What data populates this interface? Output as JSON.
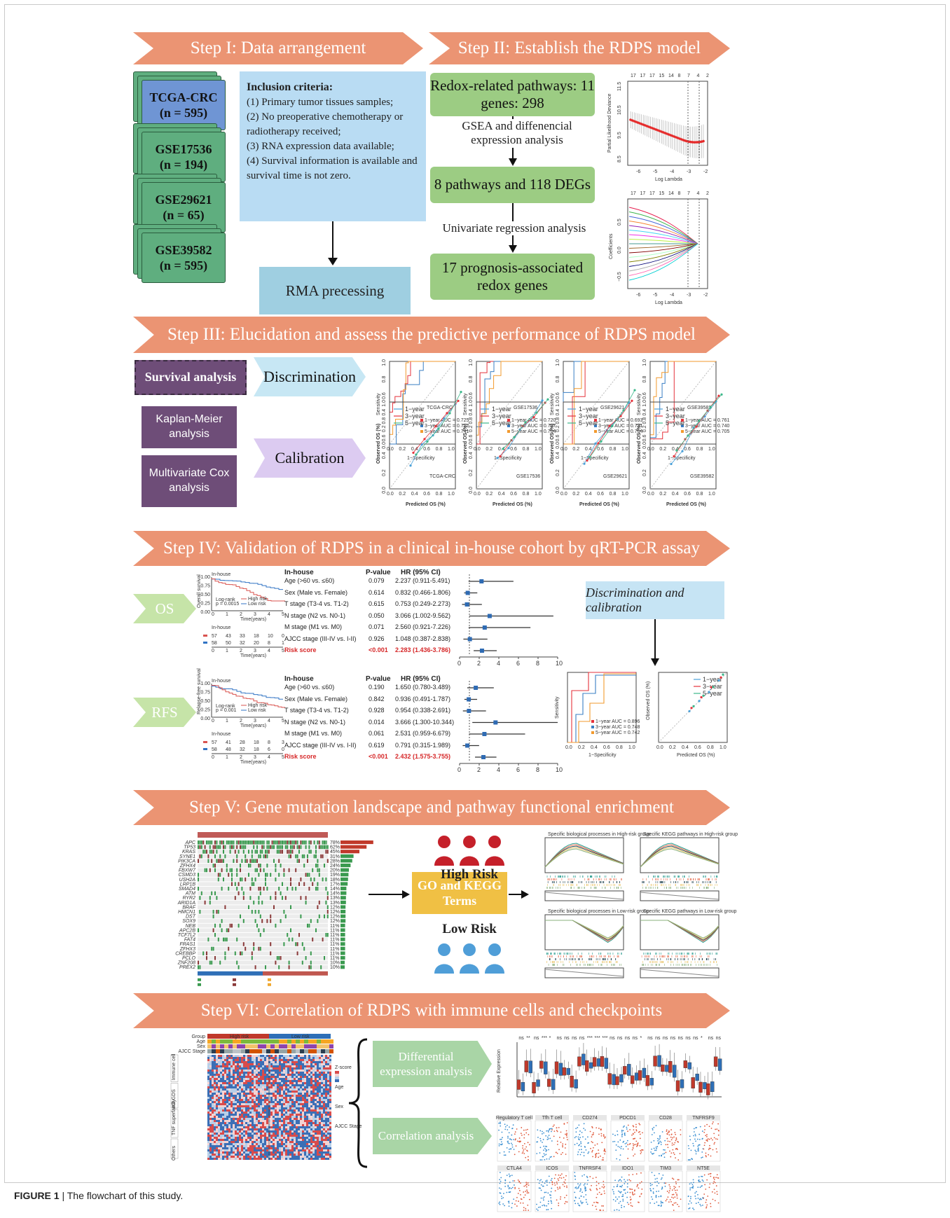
{
  "steps": {
    "s1": "Step I: Data arrangement",
    "s2": "Step II: Establish the RDPS model",
    "s3": "Step III: Elucidation and assess the predictive performance of RDPS model",
    "s4": "Step IV: Validation of RDPS  in a clinical in-house cohort by qRT-PCR assay",
    "s5": "Step V: Gene mutation landscape and pathway functional enrichment",
    "s6": "Step VI: Correlation of RDPS with immune cells and checkpoints"
  },
  "datasets": [
    {
      "name": "TCGA-CRC",
      "n": "(n = 595)"
    },
    {
      "name": "GSE17536",
      "n": "(n = 194)"
    },
    {
      "name": "GSE29621",
      "n": "(n = 65)"
    },
    {
      "name": "GSE39582",
      "n": "(n = 595)"
    }
  ],
  "inclusion": {
    "title": "Inclusion criteria:",
    "items": [
      "(1) Primary tumor tissues samples;",
      "(2) No preoperative chemotherapy or radiotherapy received;",
      "(3) RNA expression data available;",
      "(4) Survival information is available and survival time is not zero."
    ],
    "rma": "RMA precessing"
  },
  "step2": {
    "box1": "Redox-related pathways: 11 genes: 298",
    "label1": "GSEA and diffenencial expression analysis",
    "box2": "8 pathways and 118 DEGs",
    "label2": "Univariate regression analysis",
    "box3": "17 prognosis-associated redox genes",
    "lasso_top": [
      "17",
      "17",
      "17",
      "15",
      "14",
      "8",
      "7",
      "4",
      "2"
    ],
    "lasso_ylab1": "Partial Likelihood Deviance",
    "lasso_ylab2": "Coefficients",
    "lasso_xlab": "Log Lambda",
    "lasso_x": [
      "-6",
      "-5",
      "-4",
      "-3",
      "-2"
    ]
  },
  "step3": {
    "survival": "Survival analysis",
    "km": "Kaplan-Meier analysis",
    "cox": "Multivariate Cox analysis",
    "discrimination": "Discrimination",
    "calibration": "Calibration",
    "roc": [
      {
        "name": "TCGA-CRC",
        "aucs": [
          "1−year AUC = 0.725",
          "3−year AUC = 0.712",
          "5−year AUC = 0.741"
        ]
      },
      {
        "name": "GSE17536",
        "aucs": [
          "1−year AUC = 0.720",
          "3−year AUC = 0.707",
          "5−year AUC = 0.704"
        ]
      },
      {
        "name": "GSE29621",
        "aucs": [
          "1−year AUC = 0.693",
          "3−year AUC = 0.731",
          "5−year AUC = 0.764"
        ]
      },
      {
        "name": "GSE39582",
        "aucs": [
          "1−year AUC = 0.761",
          "3−year AUC = 0.740",
          "5−year AUC = 0.705"
        ]
      }
    ],
    "roc_xlab": "1−Specificity",
    "roc_ylab": "Sensitivity",
    "cal_xlab": "Predicted OS (%)",
    "cal_ylab": "Observed OS (%)",
    "cal_legend": [
      "1−year",
      "3−year",
      "5−year"
    ]
  },
  "step4": {
    "os": "OS",
    "rfs": "RFS",
    "inhouse": "In-house",
    "pval_head": "P-value",
    "hr_head_os": "HR (95% CI)",
    "hr_head_rfs": "HR (95% CI)",
    "os_rows": [
      {
        "label": "Age (>60 vs. ≤60)",
        "p": "0.079",
        "hr": "2.237 (0.911-5.491)"
      },
      {
        "label": "Sex (Male vs. Female)",
        "p": "0.614",
        "hr": "0.832 (0.466-1.806)"
      },
      {
        "label": "T stage (T3-4 vs. T1-2)",
        "p": "0.615",
        "hr": "0.753 (0.249-2.273)"
      },
      {
        "label": "N stage (N2 vs. N0-1)",
        "p": "0.050",
        "hr": "3.066 (1.002-9.562)"
      },
      {
        "label": "M stage (M1 vs. M0)",
        "p": "0.071",
        "hr": "2.560 (0.921-7.226)"
      },
      {
        "label": "AJCC stage (III-IV vs. I-II)",
        "p": "0.926",
        "hr": "1.048 (0.387-2.838)"
      },
      {
        "label": "Risk score",
        "p": "<0.001",
        "hr": "2.283 (1.436-3.786)"
      }
    ],
    "rfs_rows": [
      {
        "label": "Age (>60 vs. ≤60)",
        "p": "0.190",
        "hr": "1.650 (0.780-3.489)"
      },
      {
        "label": "Sex (Male vs. Female)",
        "p": "0.842",
        "hr": "0.936 (0.491-1.787)"
      },
      {
        "label": "T stage (T3-4 vs. T1-2)",
        "p": "0.928",
        "hr": "0.954 (0.338-2.691)"
      },
      {
        "label": "N stage (N2 vs. N0-1)",
        "p": "0.014",
        "hr": "3.666 (1.300-10.344)"
      },
      {
        "label": "M stage (M1 vs. M0)",
        "p": "0.061",
        "hr": "2.531 (0.959-6.679)"
      },
      {
        "label": "AJCC stage (III-IV vs. I-II)",
        "p": "0.619",
        "hr": "0.791 (0.315-1.989)"
      },
      {
        "label": "Risk score",
        "p": "<0.001",
        "hr": "2.432 (1.575-3.755)"
      }
    ],
    "forest_x": [
      "0",
      "2",
      "4",
      "6",
      "8",
      "10"
    ],
    "km_os_ylab": "Overall survival",
    "km_rfs_ylab": "Relapse-free survival",
    "km_xlab": "Time(years)",
    "km_os_logrank": "Log-rank",
    "km_os_p": "p = 0.0015",
    "km_rfs_logrank": "Log-rank",
    "km_rfs_p": "p = 0.001",
    "km_high": "High risk",
    "km_low": "Low risk",
    "km_os_risk_high": [
      "57",
      "43",
      "33",
      "18",
      "10",
      "0"
    ],
    "km_os_risk_low": [
      "58",
      "50",
      "32",
      "20",
      "8",
      "1"
    ],
    "km_rfs_risk_high": [
      "57",
      "41",
      "28",
      "18",
      "8",
      "3"
    ],
    "km_rfs_risk_low": [
      "58",
      "48",
      "32",
      "18",
      "6",
      "0"
    ],
    "disc_cal": "Discrimination and calibration",
    "inhouse_aucs": [
      "1−year AUC = 0.896",
      "3−year AUC = 0.748",
      "5−year AUC = 0.742"
    ]
  },
  "step5": {
    "high": "High Risk",
    "low": "Low Risk",
    "go": "GO and KEGG Terms",
    "genes": [
      "APC",
      "TP53",
      "KRAS",
      "SYNE1",
      "PIK3CA",
      "ZFHX4",
      "FBXW7",
      "CSMD3",
      "USH2A",
      "LRP1B",
      "SMAD4",
      "ATM",
      "RYR2",
      "ARID1A",
      "BRAF",
      "HMCN1",
      "DST",
      "SOX9",
      "NEB",
      "APC2B",
      "TCF7L2",
      "FAT4",
      "FRAS1",
      "ZFHX3",
      "CREBBP",
      "PCLO",
      "ZNF208",
      "PREX2"
    ],
    "pcts": [
      "78%",
      "62%",
      "45%",
      "31%",
      "28%",
      "24%",
      "20%",
      "19%",
      "18%",
      "17%",
      "14%",
      "14%",
      "13%",
      "13%",
      "12%",
      "12%",
      "12%",
      "12%",
      "11%",
      "11%",
      "11%",
      "11%",
      "11%",
      "11%",
      "11%",
      "11%",
      "10%",
      "10%"
    ],
    "gsea_titles": [
      "Specific biological processes in High-risk group",
      "Specific KEGG pathways in High-risk group",
      "Specific biological processes in Low-risk group",
      "Specific KEGG pathways in Low-risk group"
    ]
  },
  "step6": {
    "diff": "Differential expression analysis",
    "corr": "Correlation analysis",
    "high": "High risk",
    "low": "Low risk",
    "box_ylab": "Relative Expression",
    "sig": [
      "ns",
      "**",
      "ns",
      "***",
      "*",
      "ns",
      "ns",
      "ns",
      "ns",
      "***",
      "***",
      "***",
      "ns",
      "ns",
      "ns",
      "ns",
      "*",
      "ns",
      "ns",
      "ns",
      "ns",
      "ns",
      "ns",
      "ns",
      "*",
      "ns",
      "ns"
    ],
    "scatter_titles": [
      "Regulatory T cell",
      "Tfh T cell",
      "CD274",
      "PDCD1",
      "CD28",
      "TNFRSF9",
      "CTLA4",
      "ICOS",
      "TNFRSF4",
      "IDO1",
      "TIM3",
      "NT5E"
    ],
    "heat_rows": [
      "Group",
      "Age",
      "Sex",
      "AJCC Stage"
    ],
    "heat_groups": [
      "Immune cell",
      "ICI GDS",
      "TNF superfamily",
      "Others"
    ],
    "heat_legend": [
      "Z-score",
      "Age",
      "Sex",
      "AJCC Stage"
    ]
  },
  "caption": {
    "label": "FIGURE 1",
    "text": "| The flowchart of this study."
  },
  "colors": {
    "banner": "#eb9473",
    "green": "#9ccc83",
    "teal": "#5fae7f",
    "plum": "#6e4d78",
    "light_blue": "#b9dcf3",
    "roc_red": "#e5323b",
    "roc_blue": "#3a7fc4",
    "roc_orange": "#f29a2e"
  }
}
